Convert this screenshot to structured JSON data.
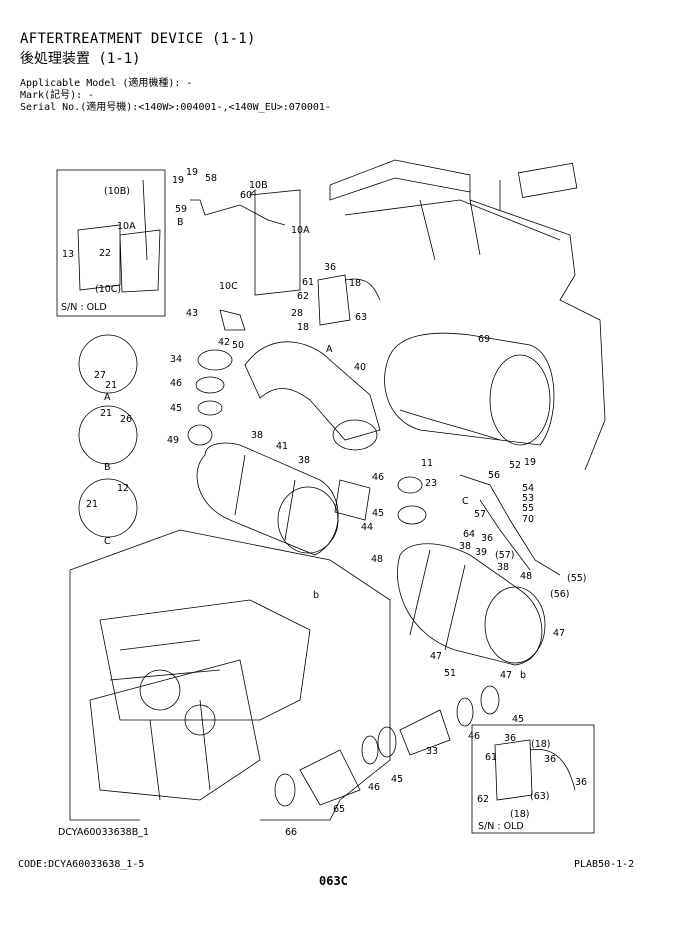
{
  "header": {
    "title_en": "AFTERTREATMENT DEVICE (1-1)",
    "title_jp": "後処理装置 (1-1)",
    "applicable_model": "Applicable Model (適用機種): -",
    "mark": "Mark(記号): -",
    "serial": "Serial No.(適用号機):<140W>:004001-,<140W_EU>:070001-"
  },
  "diagram": {
    "callouts": [
      "19",
      "58",
      "10B",
      "60",
      "19",
      "59",
      "B",
      "(10B)",
      "10A",
      "13",
      "22",
      "(10C)",
      "S/N : OLD",
      "10A",
      "36",
      "61",
      "62",
      "18",
      "10C",
      "43",
      "28",
      "18",
      "63",
      "A",
      "42",
      "50",
      "34",
      "27",
      "21",
      "A",
      "46",
      "45",
      "21",
      "26",
      "B",
      "49",
      "38",
      "41",
      "40",
      "69",
      "38",
      "21",
      "12",
      "C",
      "46",
      "11",
      "23",
      "45",
      "56",
      "52",
      "19",
      "54",
      "53",
      "55",
      "70",
      "C",
      "44",
      "57",
      "64",
      "36",
      "38",
      "39",
      "(57)",
      "38",
      "48",
      "(55)",
      "48",
      "(56)",
      "b",
      "47",
      "47",
      "51",
      "47",
      "b",
      "46",
      "45",
      "33",
      "36",
      "(18)",
      "61",
      "36",
      "36",
      "(63)",
      "46",
      "45",
      "62",
      "(18)",
      "65",
      "S/N : OLD",
      "66",
      "DCYA60033638B_1"
    ]
  },
  "footer": {
    "code": "CODE:DCYA60033638_1-5",
    "page": "063C",
    "plab": "PLAB50-1-2"
  }
}
